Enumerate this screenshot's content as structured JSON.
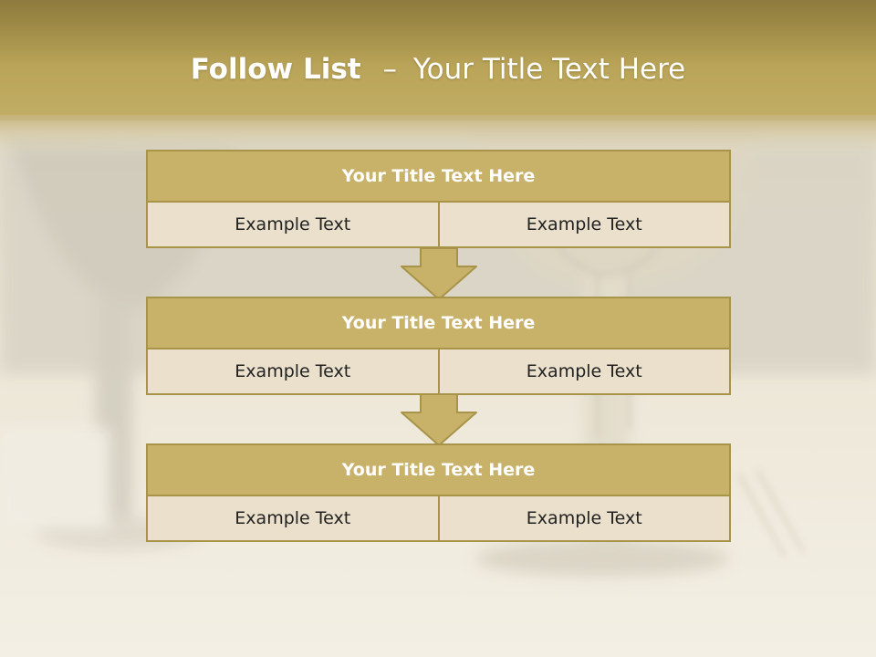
{
  "slide": {
    "title_bold": "Follow List",
    "title_dash": "–",
    "title_rest": "Your Title Text Here"
  },
  "blocks": [
    {
      "title": "Your Title Text Here",
      "left": "Example Text",
      "right": "Example Text"
    },
    {
      "title": "Your Title Text Here",
      "left": "Example Text",
      "right": "Example Text"
    },
    {
      "title": "Your Title Text Here",
      "left": "Example Text",
      "right": "Example Text"
    }
  ],
  "colors": {
    "accent": "#c8b26a",
    "accent_border": "#a89448",
    "cell_fill": "#eae0cc",
    "header_band": "#b59f52"
  }
}
